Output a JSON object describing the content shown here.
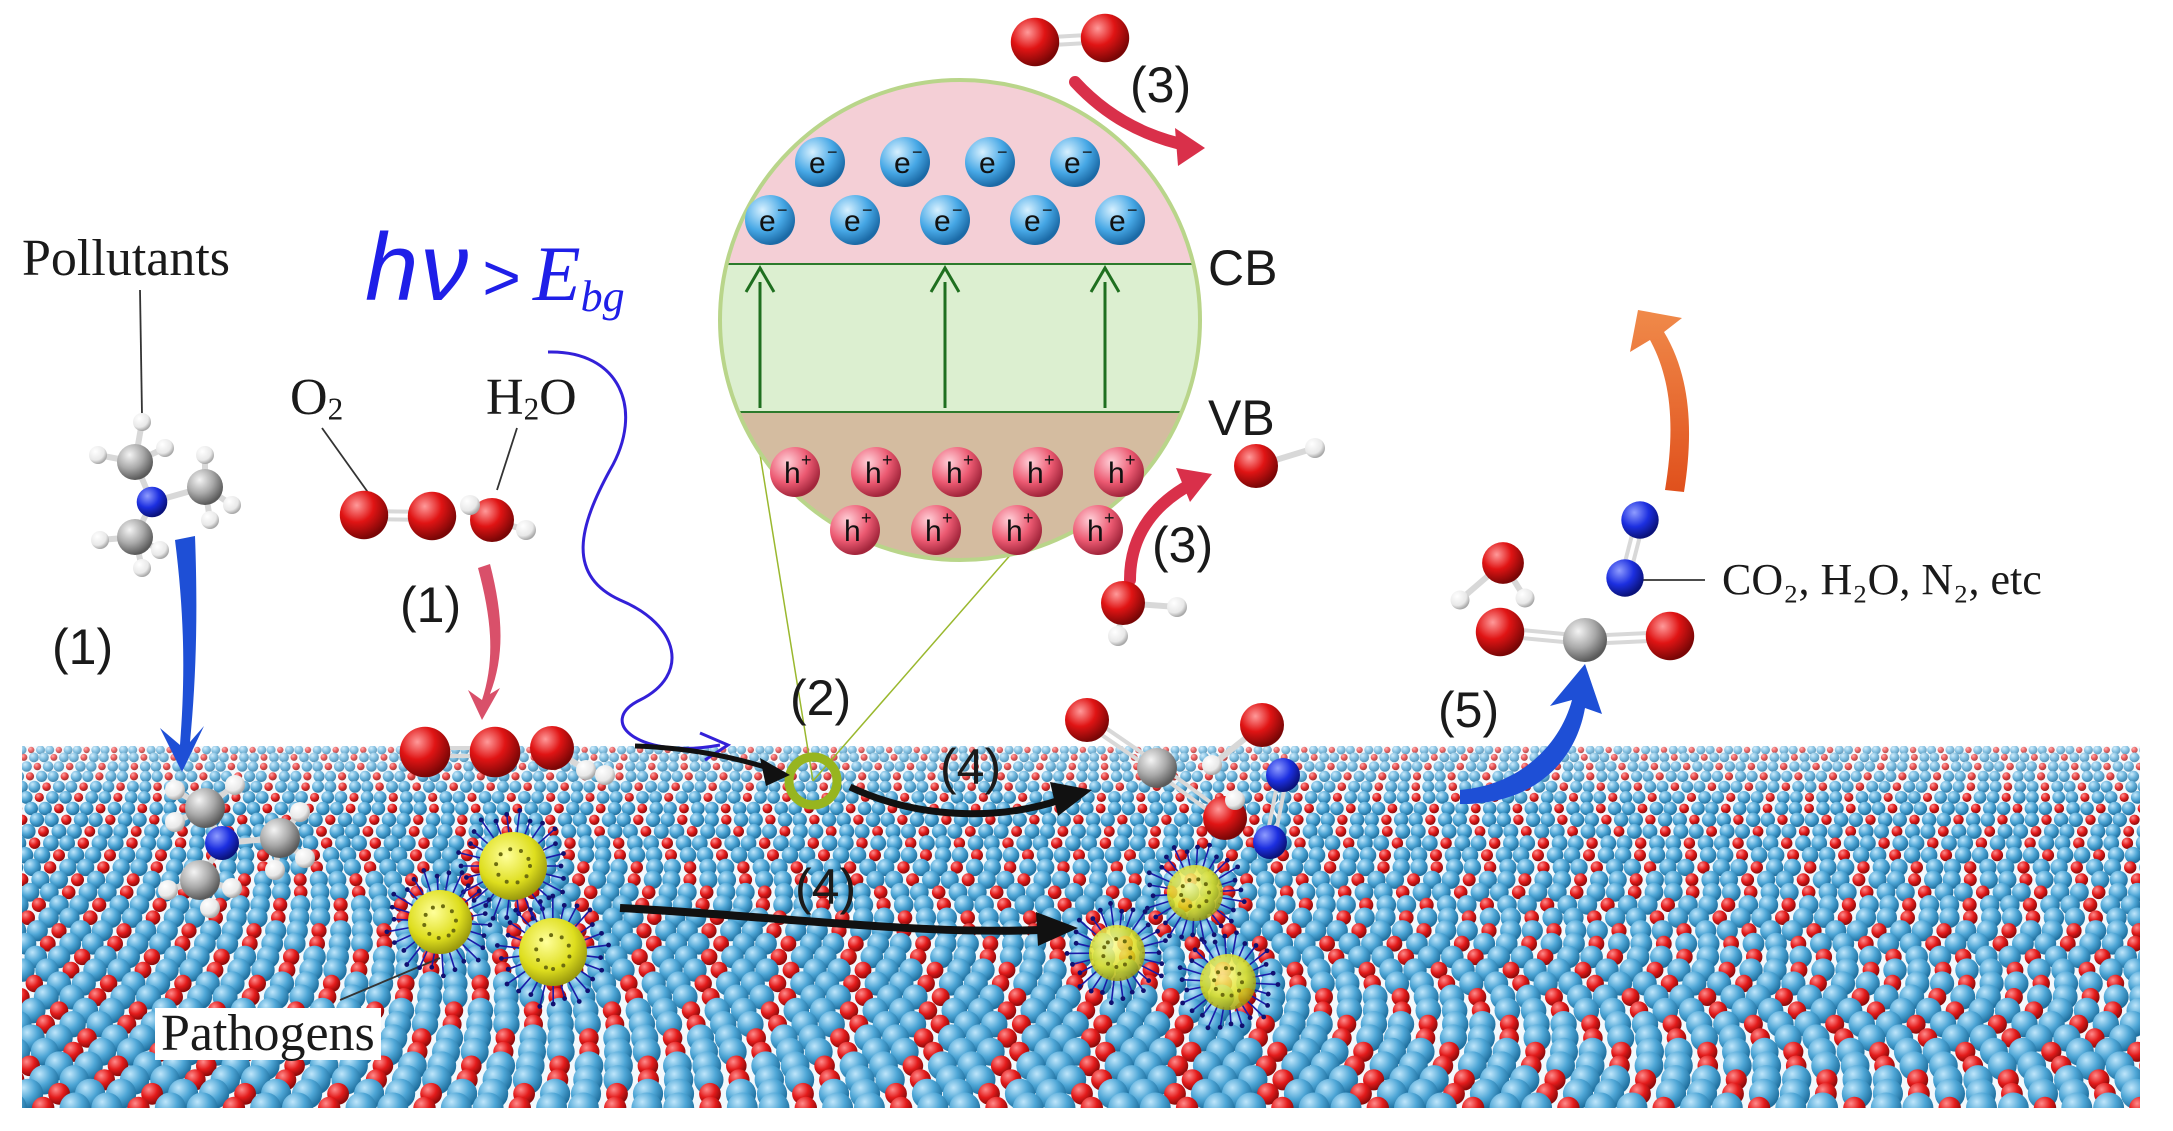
{
  "labels": {
    "pollutants": "Pollutants",
    "pathogens": "Pathogens",
    "o2": {
      "base": "O",
      "sub": "2"
    },
    "h2o": {
      "pre": "H",
      "sub": "2",
      "post": "O"
    },
    "products": "CO₂, H₂O, N₂, etc",
    "cb": "CB",
    "vb": "VB"
  },
  "photon": {
    "hv": "hν",
    "gt": ">",
    "e": "E",
    "sub": "bg"
  },
  "steps": {
    "s1_left": "(1)",
    "s1_mid": "(1)",
    "s2": "(2)",
    "s3_top": "(3)",
    "s3_mid": "(3)",
    "s4_upper": "(4)",
    "s4_lower": "(4)",
    "s5": "(5)"
  },
  "inset": {
    "electron_glyph": "e",
    "electron_charge": "−",
    "hole_glyph": "h",
    "hole_charge": "+",
    "electron_rows": [
      4,
      5
    ],
    "hole_rows": [
      5,
      4
    ],
    "excitation_arrows": 3
  },
  "colors": {
    "surface_cation": "#4ea6d6",
    "surface_anion": "#e31b1b",
    "oxygen_atom": "#e01414",
    "hydrogen_atom": "#f2f2f2",
    "carbon_atom": "#a9a9a9",
    "nitrogen_atom": "#1c2fe0",
    "pathogen": "#dede1e",
    "photon": "#2020e0",
    "cb_band": "#f4cfd6",
    "gap_band": "#dcefd0",
    "vb_band": "#d4bca0",
    "electron": "#47a8e6",
    "hole": "#ec5a72",
    "red_arrow": "#d9304a",
    "blue_arrow": "#1e4fd6",
    "orange_arrow": "#e0501c",
    "black_arrow": "#111111"
  }
}
